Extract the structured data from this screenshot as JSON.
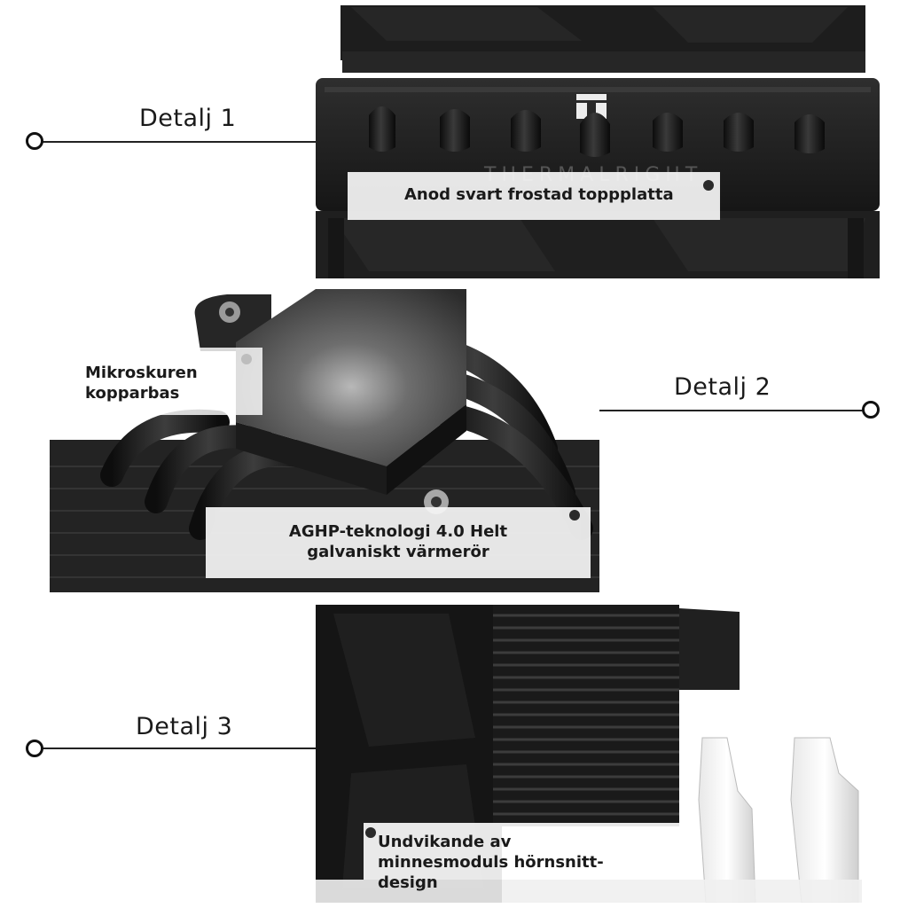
{
  "detail1": {
    "heading": "Detalj 1",
    "brand_engraving": "THERMALRIGHT",
    "callout": "Anod svart frostad toppplatta"
  },
  "detail2": {
    "heading": "Detalj 2",
    "callout_top": "Mikroskuren kopparbas",
    "callout_bottom": "AGHP-teknologi 4.0 Helt galvaniskt värmerör"
  },
  "detail3": {
    "heading": "Detalj 3",
    "callout": "Undvikande av minnesmoduls hörnsnitt-design"
  },
  "colors": {
    "background": "#ffffff",
    "heatsink": "#1c1c1c",
    "callout_bg": "#f5f5f5",
    "line": "#222222"
  }
}
